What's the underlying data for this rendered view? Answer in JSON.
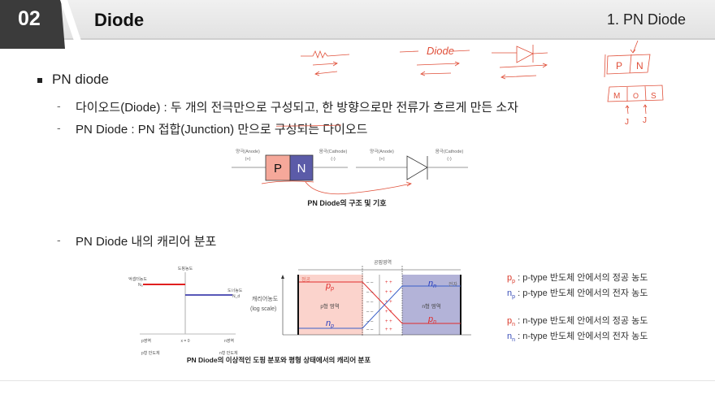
{
  "header": {
    "number": "02",
    "title": "Diode",
    "section": "1. PN Diode"
  },
  "content": {
    "bullet": "PN diode",
    "items": [
      "다이오드(Diode) : 두 개의 전극만으로 구성되고, 한 방향으로만 전류가 흐르게 만든 소자",
      "PN Diode : PN 접합(Junction) 만으로 구성되는 다이오드"
    ],
    "dash": "-",
    "item3": "PN Diode 내의 캐리어 분포"
  },
  "figure1": {
    "anode_label": "양극(Anode)",
    "anode_sign": "(+)",
    "cathode_label": "음극(Cathode)",
    "cathode_sign": "(-)",
    "p_label": "P",
    "n_label": "N",
    "caption": "PN Diode의 구조 및 기호",
    "colors": {
      "p": "#f5a89a",
      "n": "#5b5ba8"
    }
  },
  "figure2": {
    "doping": {
      "y_label": "도핑농도",
      "acceptor": "억셉터농도",
      "acceptor_sym": "Nₐ",
      "donor": "도너농도",
      "donor_sym": "N_d",
      "x_left": "p영역",
      "x_mid": "x = 0",
      "x_right": "n영역",
      "p_semi": "p형 반도체",
      "n_semi": "n형 반도체"
    },
    "carrier": {
      "depletion": "공핍영역",
      "y_label1": "캐리어농도",
      "y_label2": "(log scale)",
      "hole": "정공",
      "electron": "전자",
      "p_region": "p형 영역",
      "n_region": "n형 영역",
      "pp": "p",
      "pp_sub": "p",
      "np": "n",
      "np_sub": "p",
      "nn": "n",
      "nn_sub": "n",
      "pn": "p",
      "pn_sub": "n",
      "minus": "– –",
      "plus": "+ +"
    },
    "caption": "PN Diode의 이상적인 도핑 분포와 평형 상태에서의 캐리어 분포"
  },
  "legend": [
    {
      "sym": "p",
      "sub": "p",
      "text": " : p-type 반도체 안에서의 정공 농도",
      "color": "#d93a2b"
    },
    {
      "sym": "n",
      "sub": "p",
      "text": " : p-type 반도체 안에서의 전자 농도",
      "color": "#3a4fb8"
    },
    {
      "sym": "p",
      "sub": "n",
      "text": " : n-type 반도체 안에서의 정공 농도",
      "color": "#d93a2b"
    },
    {
      "sym": "n",
      "sub": "n",
      "text": " : n-type 반도체 안에서의 전자 농도",
      "color": "#3a4fb8"
    }
  ],
  "annotations": {
    "diode": "Diode",
    "p": "P",
    "n": "N",
    "m": "M",
    "o": "O",
    "s": "S",
    "j": "J",
    "ink": "#e0503a"
  }
}
